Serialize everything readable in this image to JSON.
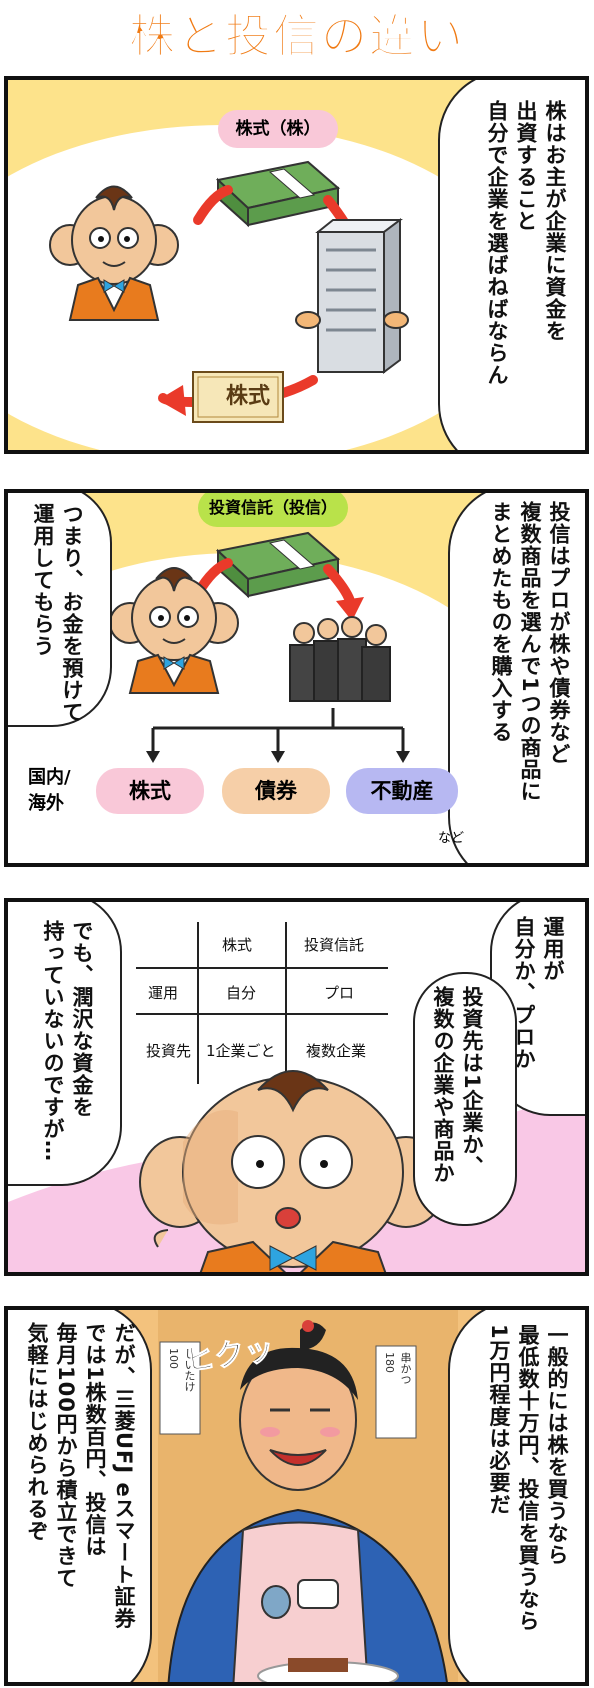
{
  "title": "株と投信の違い",
  "panel1": {
    "label": "株式（株）",
    "caption": "株はお主が企業に資金を\n出資すること\n自分で企業を選ばねばならん",
    "certificate_text": "株式"
  },
  "panel2": {
    "label": "投資信託（投信）",
    "caption": "投信はプロが株や債券など\n複数商品を選んで1つの商品に\nまとめたものを購入する",
    "speech": "つまり、お金を預けて\n運用してもらう",
    "region_label": "国内/\n海外",
    "targets": [
      "株式",
      "債券",
      "不動産"
    ],
    "etc": "など"
  },
  "panel3": {
    "speech_right_a": "運用が\n自分か、プロか",
    "speech_right_b": "投資先は1企業か、\n複数の企業や商品か",
    "speech_left": "でも、潤沢な資金を\n持っていないのですが…",
    "table": {
      "col_headers": [
        "株式",
        "投資信託"
      ],
      "rows": [
        {
          "label": "運用",
          "cells": [
            "自分",
            "プロ"
          ]
        },
        {
          "label": "投資先",
          "cells": [
            "1企業ごと",
            "複数企業"
          ]
        }
      ]
    }
  },
  "panel4": {
    "speech_right": "一般的には株を買うなら\n最低数十万円、投信を買うなら\n1万円程度は必要だ",
    "speech_left": "だが、三菱UFJ eスマート証券\nでは1株数百円、投信は\n毎月100円から積立できて\n気軽にはじめられるぞ",
    "sfx": "ヒクッ",
    "menu_left": "しいたけ\n100",
    "menu_right": "串かつ\n180"
  },
  "colors": {
    "title": "#f07a13",
    "panel_bg": "#fde38b",
    "pink": "#f9c8d8",
    "green": "#b9e24a",
    "peach": "#f6cfa8",
    "lavender": "#b7b8f2"
  }
}
